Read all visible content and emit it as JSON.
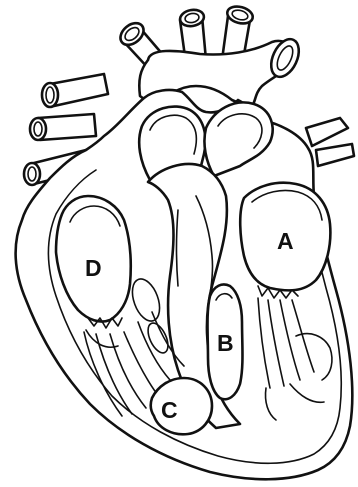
{
  "diagram": {
    "colors": {
      "line": "#111111",
      "background": "#ffffff"
    },
    "labels": [
      {
        "id": "A",
        "text": "A"
      },
      {
        "id": "B",
        "text": "B"
      },
      {
        "id": "C",
        "text": "C"
      },
      {
        "id": "D",
        "text": "D"
      }
    ]
  }
}
